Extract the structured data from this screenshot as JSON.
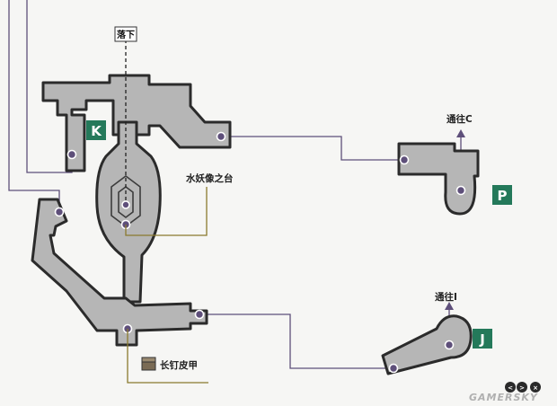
{
  "markers": {
    "drop": "落下",
    "k": "K",
    "p": "P",
    "j": "J"
  },
  "labels": {
    "statue": "水妖像之台",
    "to_c": "通往C",
    "to_i": "通往I",
    "armor": "长钉皮甲"
  },
  "nav": {
    "prev": "<",
    "next": ">",
    "close": "×"
  },
  "watermark": "GAMERSKY",
  "colors": {
    "badge_green": "#24795a",
    "route_purple": "#5e4f7a",
    "room_fill": "#b6b6b6"
  }
}
